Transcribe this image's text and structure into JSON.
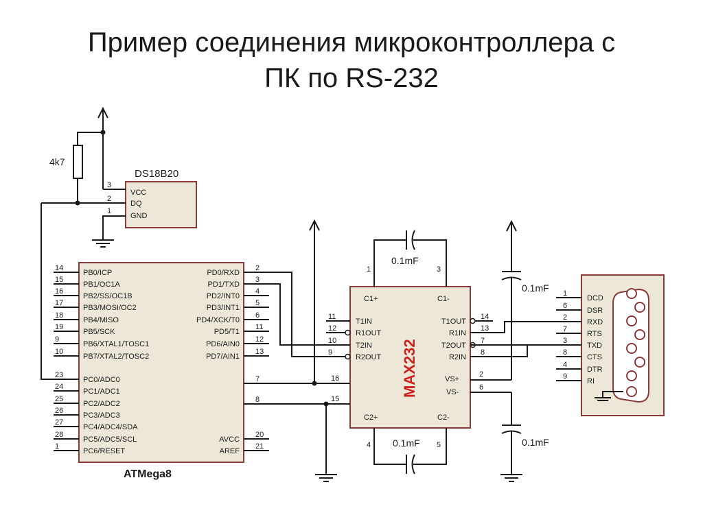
{
  "title": {
    "line1": "Пример соединения микроконтроллера с",
    "line2": "ПК по RS-232"
  },
  "resistor": {
    "value": "4k7"
  },
  "ds18b20": {
    "name": "DS18B20",
    "pins": [
      {
        "num": "3",
        "label": "VCC"
      },
      {
        "num": "2",
        "label": "DQ"
      },
      {
        "num": "1",
        "label": "GND"
      }
    ]
  },
  "atmega": {
    "name": "ATMega8",
    "left_pins": [
      {
        "num": "14",
        "label": "PB0/ICP"
      },
      {
        "num": "15",
        "label": "PB1/OC1A"
      },
      {
        "num": "16",
        "label": "PB2/SS/OC1B"
      },
      {
        "num": "17",
        "label": "PB3/MOSI/OC2"
      },
      {
        "num": "18",
        "label": "PB4/MISO"
      },
      {
        "num": "19",
        "label": "PB5/SCK"
      },
      {
        "num": "9",
        "label": "PB6/XTAL1/TOSC1"
      },
      {
        "num": "10",
        "label": "PB7/XTAL2/TOSC2"
      },
      {
        "num": "23",
        "label": "PC0/ADC0"
      },
      {
        "num": "24",
        "label": "PC1/ADC1"
      },
      {
        "num": "25",
        "label": "PC2/ADC2"
      },
      {
        "num": "26",
        "label": "PC3/ADC3"
      },
      {
        "num": "27",
        "label": "PC4/ADC4/SDA"
      },
      {
        "num": "28",
        "label": "PC5/ADC5/SCL"
      },
      {
        "num": "1",
        "label": "PC6/RESET"
      }
    ],
    "right_pins": [
      {
        "num": "2",
        "label": "PD0/RXD"
      },
      {
        "num": "3",
        "label": "PD1/TXD"
      },
      {
        "num": "4",
        "label": "PD2/INT0"
      },
      {
        "num": "5",
        "label": "PD3/INT1"
      },
      {
        "num": "6",
        "label": "PD4/XCK/T0"
      },
      {
        "num": "11",
        "label": "PD5/T1"
      },
      {
        "num": "12",
        "label": "PD6/AIN0"
      },
      {
        "num": "13",
        "label": "PD7/AIN1"
      },
      {
        "num": "7",
        "label": ""
      },
      {
        "num": "8",
        "label": ""
      },
      {
        "num": "20",
        "label": "AVCC"
      },
      {
        "num": "21",
        "label": "AREF"
      }
    ]
  },
  "max232": {
    "name": "MAX232",
    "c1p": "C1+",
    "c1m": "C1-",
    "c2p": "C2+",
    "c2m": "C2-",
    "left_pins": [
      {
        "num": "11",
        "label": "T1IN"
      },
      {
        "num": "12",
        "label": "R1OUT"
      },
      {
        "num": "10",
        "label": "T2IN"
      },
      {
        "num": "9",
        "label": "R2OUT"
      }
    ],
    "right_pins": [
      {
        "num": "14",
        "label": "T1OUT"
      },
      {
        "num": "13",
        "label": "R1IN"
      },
      {
        "num": "7",
        "label": "T2OUT"
      },
      {
        "num": "8",
        "label": "R2IN"
      }
    ],
    "supply_pins": [
      {
        "num": "16",
        "label": ""
      },
      {
        "num": "15",
        "label": ""
      },
      {
        "num": "2",
        "label": "VS+"
      },
      {
        "num": "6",
        "label": "VS-"
      }
    ],
    "cap_pins": [
      "1",
      "3",
      "4",
      "5"
    ]
  },
  "capacitors": [
    "0.1mF",
    "0.1mF",
    "0.1mF",
    "0.1mF"
  ],
  "db9": {
    "pins": [
      {
        "num": "1",
        "label": "DCD"
      },
      {
        "num": "6",
        "label": "DSR"
      },
      {
        "num": "2",
        "label": "RXD"
      },
      {
        "num": "7",
        "label": "RTS"
      },
      {
        "num": "3",
        "label": "TXD"
      },
      {
        "num": "8",
        "label": "CTS"
      },
      {
        "num": "4",
        "label": "DTR"
      },
      {
        "num": "9",
        "label": "RI"
      }
    ]
  }
}
